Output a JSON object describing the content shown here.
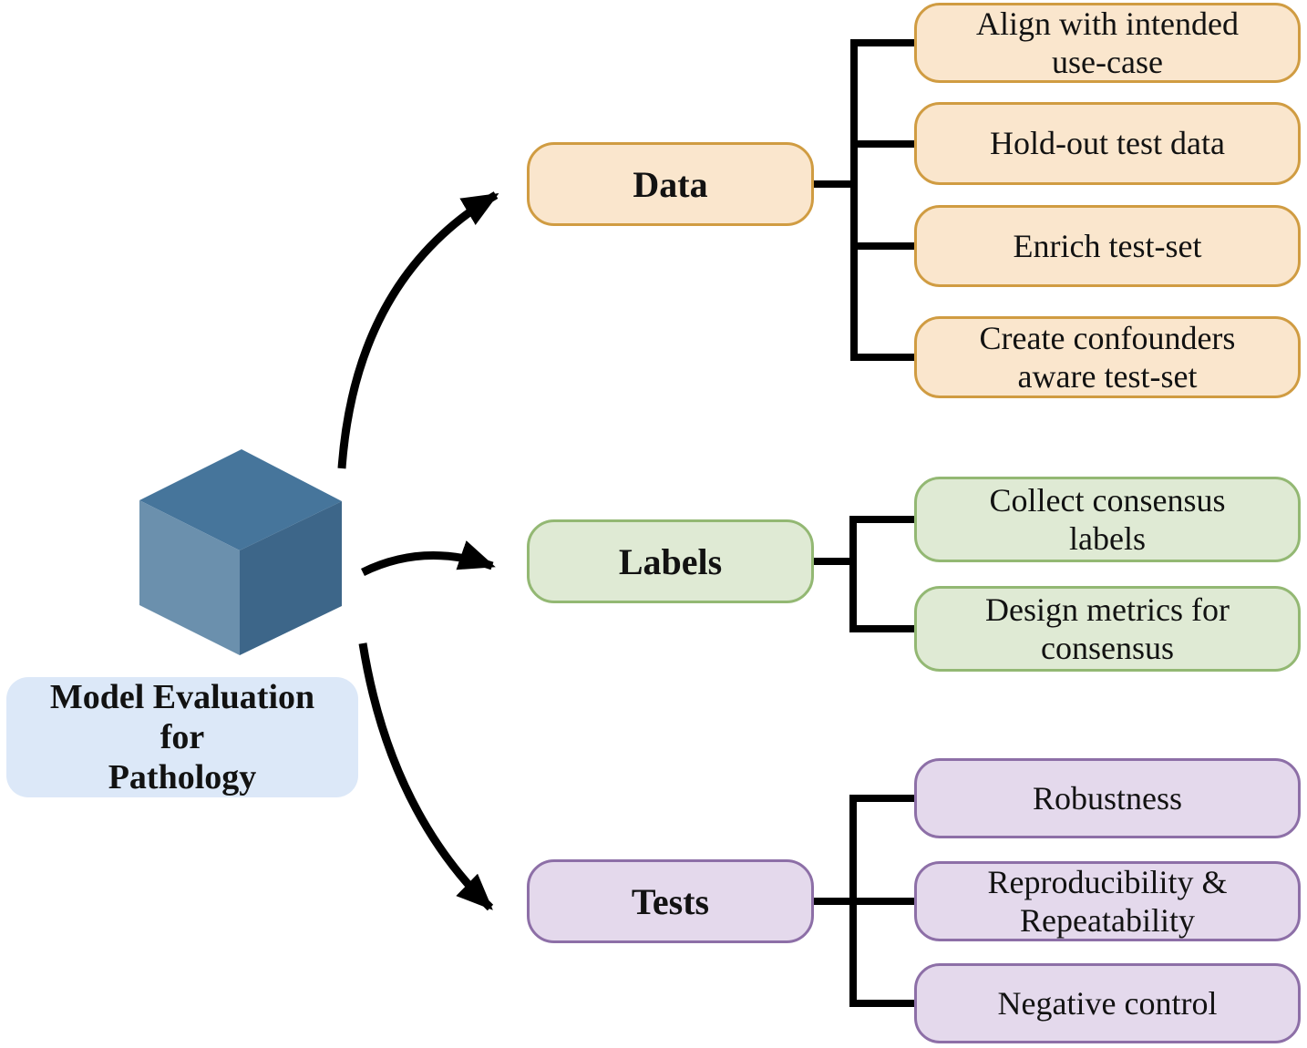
{
  "root": {
    "title_lines": [
      "Model Evaluation",
      "for",
      "Pathology"
    ],
    "icon": "cube-3d"
  },
  "colors": {
    "title_fill": "#dce8f8",
    "connector": "#000000",
    "cube_top": "#46759b",
    "cube_left": "#6b90ad",
    "cube_right": "#3d6689"
  },
  "branches": [
    {
      "label": "Data",
      "fill": "#fae6cd",
      "border": "#d09c42",
      "children": [
        "Align with intended use-case",
        "Hold-out test data",
        "Enrich test-set",
        "Create confounders aware test-set"
      ]
    },
    {
      "label": "Labels",
      "fill": "#dfead4",
      "border": "#93b873",
      "children": [
        "Collect consensus labels",
        "Design metrics for consensus"
      ]
    },
    {
      "label": "Tests",
      "fill": "#e4d9ec",
      "border": "#8d6fa7",
      "children": [
        "Robustness",
        "Reproducibility & Repeatability",
        "Negative control"
      ]
    }
  ]
}
